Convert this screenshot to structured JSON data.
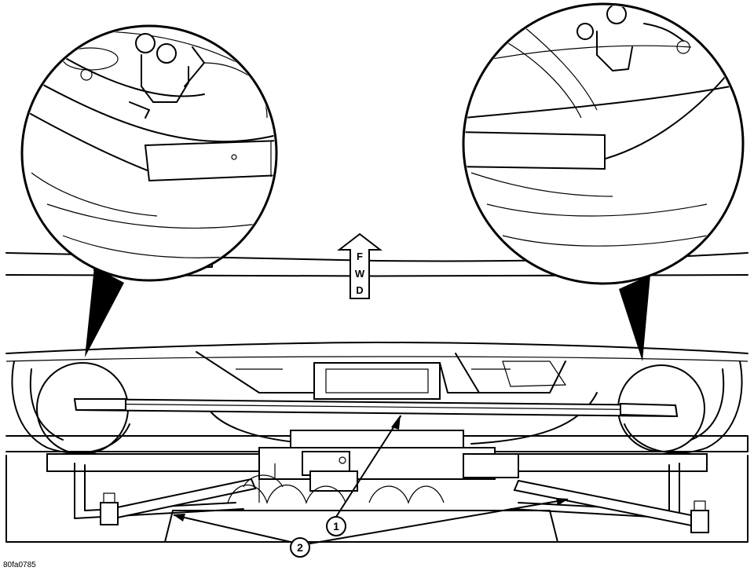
{
  "diagram": {
    "fwd_letters": [
      "F",
      "W",
      "D"
    ],
    "callouts": [
      {
        "id": "1",
        "label": "1"
      },
      {
        "id": "2",
        "label": "2"
      }
    ],
    "figure_code": "80fa0785"
  },
  "colors": {
    "ink": "#000000",
    "paper": "#ffffff"
  }
}
